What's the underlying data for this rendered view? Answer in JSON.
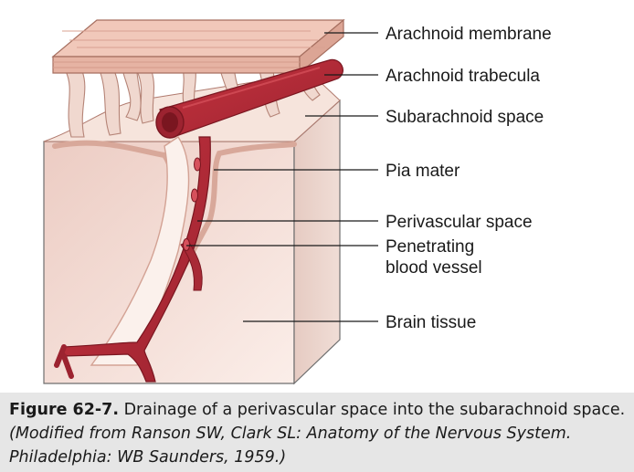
{
  "labels": {
    "arachnoid_membrane": "Arachnoid membrane",
    "arachnoid_trabecula": "Arachnoid trabecula",
    "subarachnoid_space": "Subarachnoid space",
    "pia_mater": "Pia mater",
    "perivascular_space": "Perivascular space",
    "penetrating_line1": "Penetrating",
    "penetrating_line2": "blood vessel",
    "brain_tissue": "Brain tissue"
  },
  "caption": {
    "figure_number": "Figure 62-7.",
    "text": "Drainage of a perivascular space into the subarachnoid space.",
    "source": "(Modified from Ranson SW, Clark SL: Anatomy of the Nervous System. Philadelphia: WB Saunders, 1959.)"
  },
  "colors": {
    "vessel": "#b52a35",
    "vessel_dark": "#7a1620",
    "membrane": "#eab7a6",
    "brain": "#f3dbd2",
    "caption_bg": "#e6e6e6"
  }
}
